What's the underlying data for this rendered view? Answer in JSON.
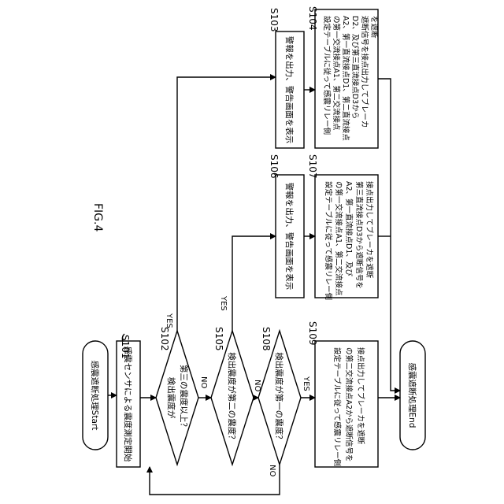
{
  "figure": {
    "title": "FIG.4"
  },
  "start": {
    "text": "感震遮断処理Start"
  },
  "end": {
    "text": "感震遮断処理End"
  },
  "s101": {
    "label": "S101",
    "text": "感震センサによる震度測定開始"
  },
  "s102": {
    "label": "S102",
    "lines": [
      "検出震度が",
      "第三の震度以上？"
    ]
  },
  "s105": {
    "label": "S105",
    "text": "検出震度が第二の震度？"
  },
  "s108": {
    "label": "S108",
    "text": "検出震度が第一の震度？"
  },
  "s103": {
    "label": "S103",
    "text": "警報を出力、警告画面を表示"
  },
  "s106": {
    "label": "S106",
    "text": "警報を出力、警告画面を表示"
  },
  "s104": {
    "label": "S104",
    "lines": [
      "設定テーブルに従って感震リレー側",
      "の第一交流接点A1、第二交流接点",
      "A2、第一直流接点D1、第二直流接点",
      "D2、及び第三直流接点D3から",
      "遮断信号を接点出力してブレーカ",
      "を遮断"
    ]
  },
  "s107": {
    "label": "S107",
    "lines": [
      "設定テーブルに従って感震リレー側",
      "の第一交流接点A1、第二交流接点",
      "A2、第一直流接点D1、及び",
      "第三直流接点D3から遮断信号を",
      "接点出力してブレーカを遮断"
    ]
  },
  "s109": {
    "label": "S109",
    "lines": [
      "設定テーブルに従って感震リレー側",
      "の第二交流接点A2から遮断信号を",
      "接点出力してブレーカを遮断"
    ]
  },
  "branch": {
    "yes": "YES",
    "no": "NO"
  }
}
